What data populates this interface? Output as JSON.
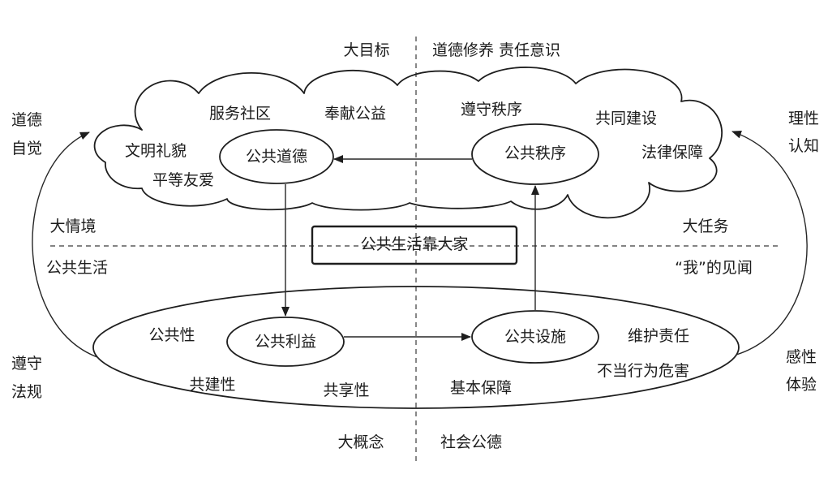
{
  "goal": {
    "label": "大目标",
    "text": "道德修养 责任意识"
  },
  "cloud": {
    "service_community": "服务社区",
    "dedicate_public_welfare": "奉献公益",
    "observe_order": "遵守秩序",
    "joint_construction": "共同建设",
    "civility": "文明礼貌",
    "legal_guarantee": "法律保障",
    "equality_friendship": "平等友爱",
    "node_public_morality": "公共道德",
    "node_public_order": "公共秩序"
  },
  "center_box": "公共生活靠大家",
  "left": {
    "top": [
      "道德",
      "自觉"
    ],
    "context_label": "大情境",
    "context_text": "公共生活",
    "bottom": [
      "遵守",
      "法规"
    ]
  },
  "right": {
    "top": [
      "理性",
      "认知"
    ],
    "task_label": "大任务",
    "task_text": "“我”的见闻",
    "bottom": [
      "感性",
      "体验"
    ]
  },
  "ellipse": {
    "publicness": "公共性",
    "maintenance_responsibility": "维护责任",
    "co_construction": "共建性",
    "sharing": "共享性",
    "basic_guarantee": "基本保障",
    "misconduct_harm": "不当行为危害",
    "node_public_interest": "公共利益",
    "node_public_facilities": "公共设施"
  },
  "concept": {
    "label": "大概念",
    "text": "社会公德"
  }
}
